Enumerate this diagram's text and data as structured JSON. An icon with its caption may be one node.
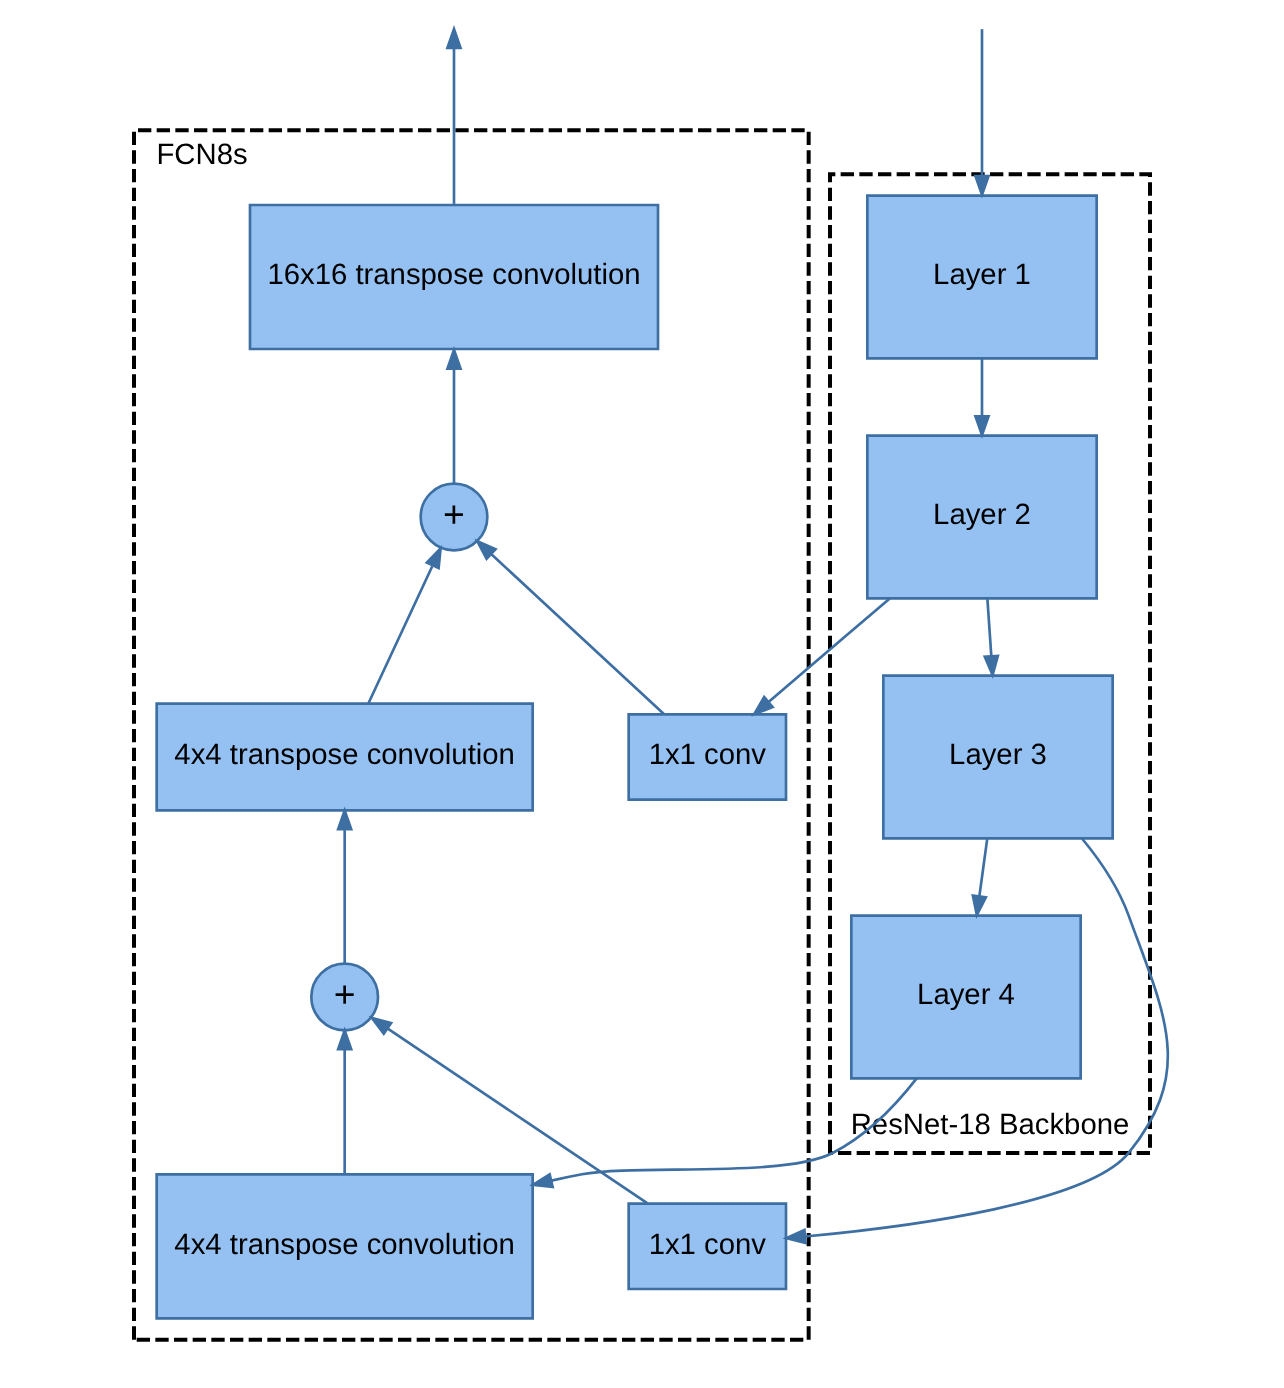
{
  "diagram": {
    "nodes": [
      {
        "text": [
          "ResNet-18 Backbone"
        ]
      },
      {
        "text": [
          "Layer 1"
        ],
        "in": 0
      },
      {
        "text": [
          "Layer 2"
        ],
        "in": 0
      },
      {
        "text": [
          "Layer 3"
        ],
        "in": 0
      },
      {
        "text": [
          "Layer 4"
        ],
        "in": 0
      },
      {
        "text": [
          "FCN8s"
        ]
      },
      {
        "text": [
          "1x1 conv"
        ],
        "in": 5
      },
      {
        "text": [
          "1x1 conv"
        ],
        "in": 5
      },
      {
        "text": [
          "16x16 transpose convolution"
        ],
        "in": 5
      },
      {
        "text": [
          "+"
        ],
        "in": 5
      },
      {
        "text": [
          "4x4 transpose convolution"
        ],
        "in": 5
      },
      {
        "text": [
          "+"
        ],
        "in": 5
      },
      {
        "text": [
          "4x4 transpose convolution"
        ],
        "in": 5
      }
    ],
    "edges": [
      {
        "from": null,
        "to": 1,
        "arrow": "to"
      },
      {
        "from": 1,
        "to": 2,
        "arrow": "to"
      },
      {
        "from": 2,
        "to": 3,
        "arrow": "to"
      },
      {
        "from": 3,
        "to": 4,
        "arrow": "to"
      },
      {
        "from": 2,
        "to": 6,
        "arrow": "to"
      },
      {
        "from": 3,
        "to": 7,
        "arrow": "to"
      },
      {
        "from": 4,
        "to": 12,
        "arrow": "to"
      },
      {
        "from": 6,
        "to": 9,
        "arrow": "to"
      },
      {
        "from": 7,
        "to": 11,
        "arrow": "to"
      },
      {
        "from": 12,
        "to": 11,
        "arrow": "to"
      },
      {
        "from": 11,
        "to": 10,
        "arrow": "to"
      },
      {
        "from": 10,
        "to": 9,
        "arrow": "to"
      },
      {
        "from": 9,
        "to": 8,
        "arrow": "to"
      },
      {
        "from": 8,
        "to": null,
        "arrow": "to"
      }
    ]
  }
}
